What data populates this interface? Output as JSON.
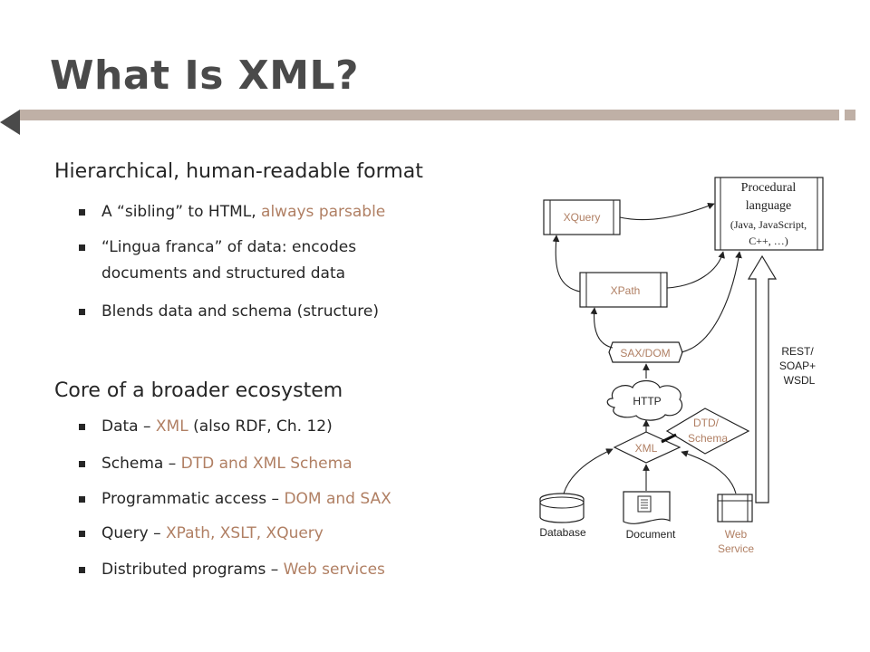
{
  "title": "What Is XML?",
  "theme": {
    "accent": "#b07f63",
    "title_color": "#4a4a4a",
    "rule_color": "#bfb0a6"
  },
  "section1": {
    "heading": "Hierarchical, human-readable format",
    "bullets": [
      {
        "text": "A “sibling” to HTML, ",
        "highlight": "always parsable"
      },
      {
        "text": "“Lingua franca” of data: encodes",
        "cont": "documents and structured data"
      },
      {
        "text": "Blends data and schema (structure)"
      }
    ]
  },
  "section2": {
    "heading": "Core of a broader ecosystem",
    "bullets": [
      {
        "text": "Data – ",
        "highlight": "XML",
        "rest": " (also RDF, Ch. 12)"
      },
      {
        "text": "Schema – ",
        "highlight": "DTD and XML Schema"
      },
      {
        "text": "Programmatic access – ",
        "highlight": "DOM and SAX"
      },
      {
        "text": "Query – ",
        "highlight": "XPath, XSLT, XQuery"
      },
      {
        "text": "Distributed programs – ",
        "highlight": "Web services"
      }
    ]
  },
  "diagram": {
    "procedural": {
      "line1": "Procedural",
      "line2": "language",
      "line3": "(Java, JavaScript,",
      "line4": "C++, …)"
    },
    "xquery": "XQuery",
    "xpath": "XPath",
    "saxdom": "SAX/DOM",
    "http": "HTTP",
    "dtd": {
      "line1": "DTD/",
      "line2": "Schema"
    },
    "xml": "XML",
    "database": "Database",
    "document": "Document",
    "webservice": {
      "line1": "Web",
      "line2": "Service"
    },
    "rest": {
      "line1": "REST/",
      "line2": "SOAP+",
      "line3": "WSDL"
    }
  }
}
